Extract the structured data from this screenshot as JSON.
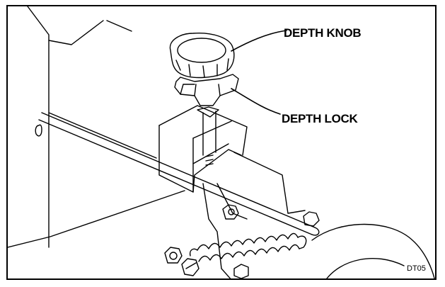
{
  "callouts": {
    "knob": "DEPTH KNOB",
    "lock": "DEPTH LOCK"
  },
  "figure_code": "DT05"
}
